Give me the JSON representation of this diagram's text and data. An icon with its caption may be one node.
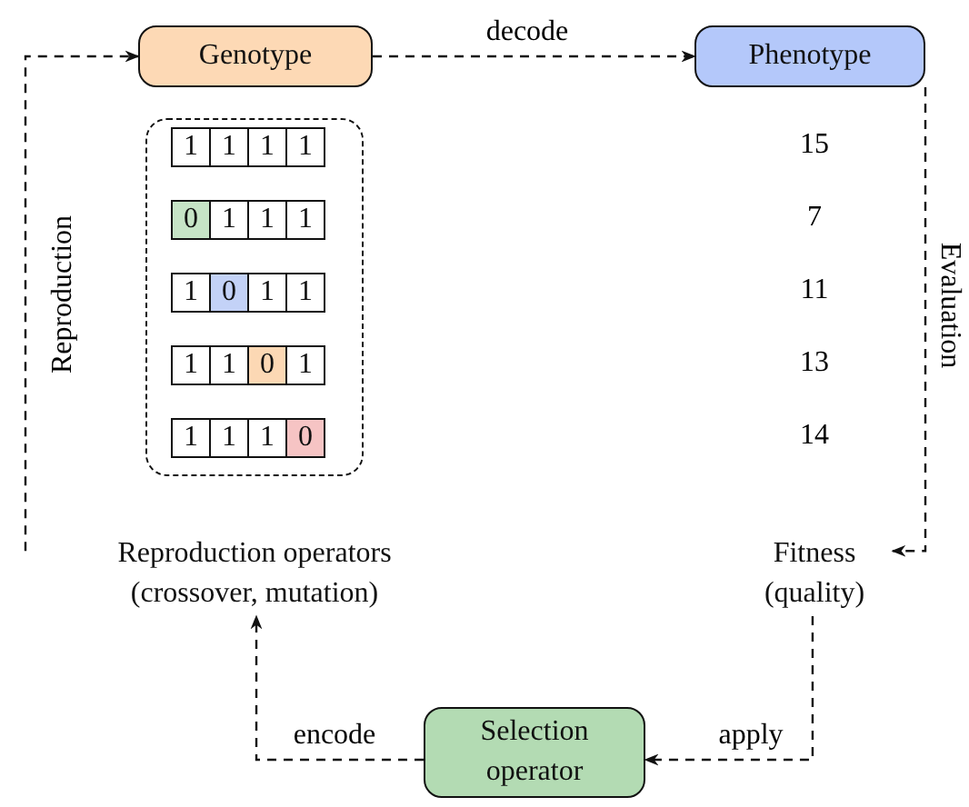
{
  "diagram": {
    "nodes": [
      {
        "text": [
          "Genotype"
        ]
      },
      {
        "text": [
          "Phenotype"
        ]
      },
      {
        "text": [],
        "shape": "box"
      },
      {
        "text": [
          "Fitness (quality)"
        ]
      },
      {
        "text": [
          "Selection operator"
        ]
      },
      {
        "text": [
          "Reproduction operators (crossover, mutation)"
        ]
      }
    ],
    "edges": [
      {
        "from": 0,
        "to": 1,
        "arrow": "to",
        "label": "decode",
        "style": "dashed"
      },
      {
        "from": 1,
        "to": 3,
        "arrow": "to",
        "label": "Evaluation",
        "style": "dashed"
      },
      {
        "from": 3,
        "to": 4,
        "arrow": "to",
        "label": "apply",
        "style": "dashed"
      },
      {
        "from": 4,
        "to": 5,
        "arrow": "to",
        "label": "encode",
        "style": "dashed"
      },
      {
        "from": 5,
        "to": 0,
        "arrow": "to",
        "label": "Reproduction",
        "style": "dashed"
      }
    ],
    "labels": [
      "1",
      "1",
      "1",
      "1",
      "15",
      "0",
      "1",
      "1",
      "1",
      "7",
      "1",
      "0",
      "1",
      "1",
      "11",
      "1",
      "1",
      "0",
      "1",
      "13",
      "1",
      "1",
      "1",
      "0",
      "14"
    ]
  }
}
